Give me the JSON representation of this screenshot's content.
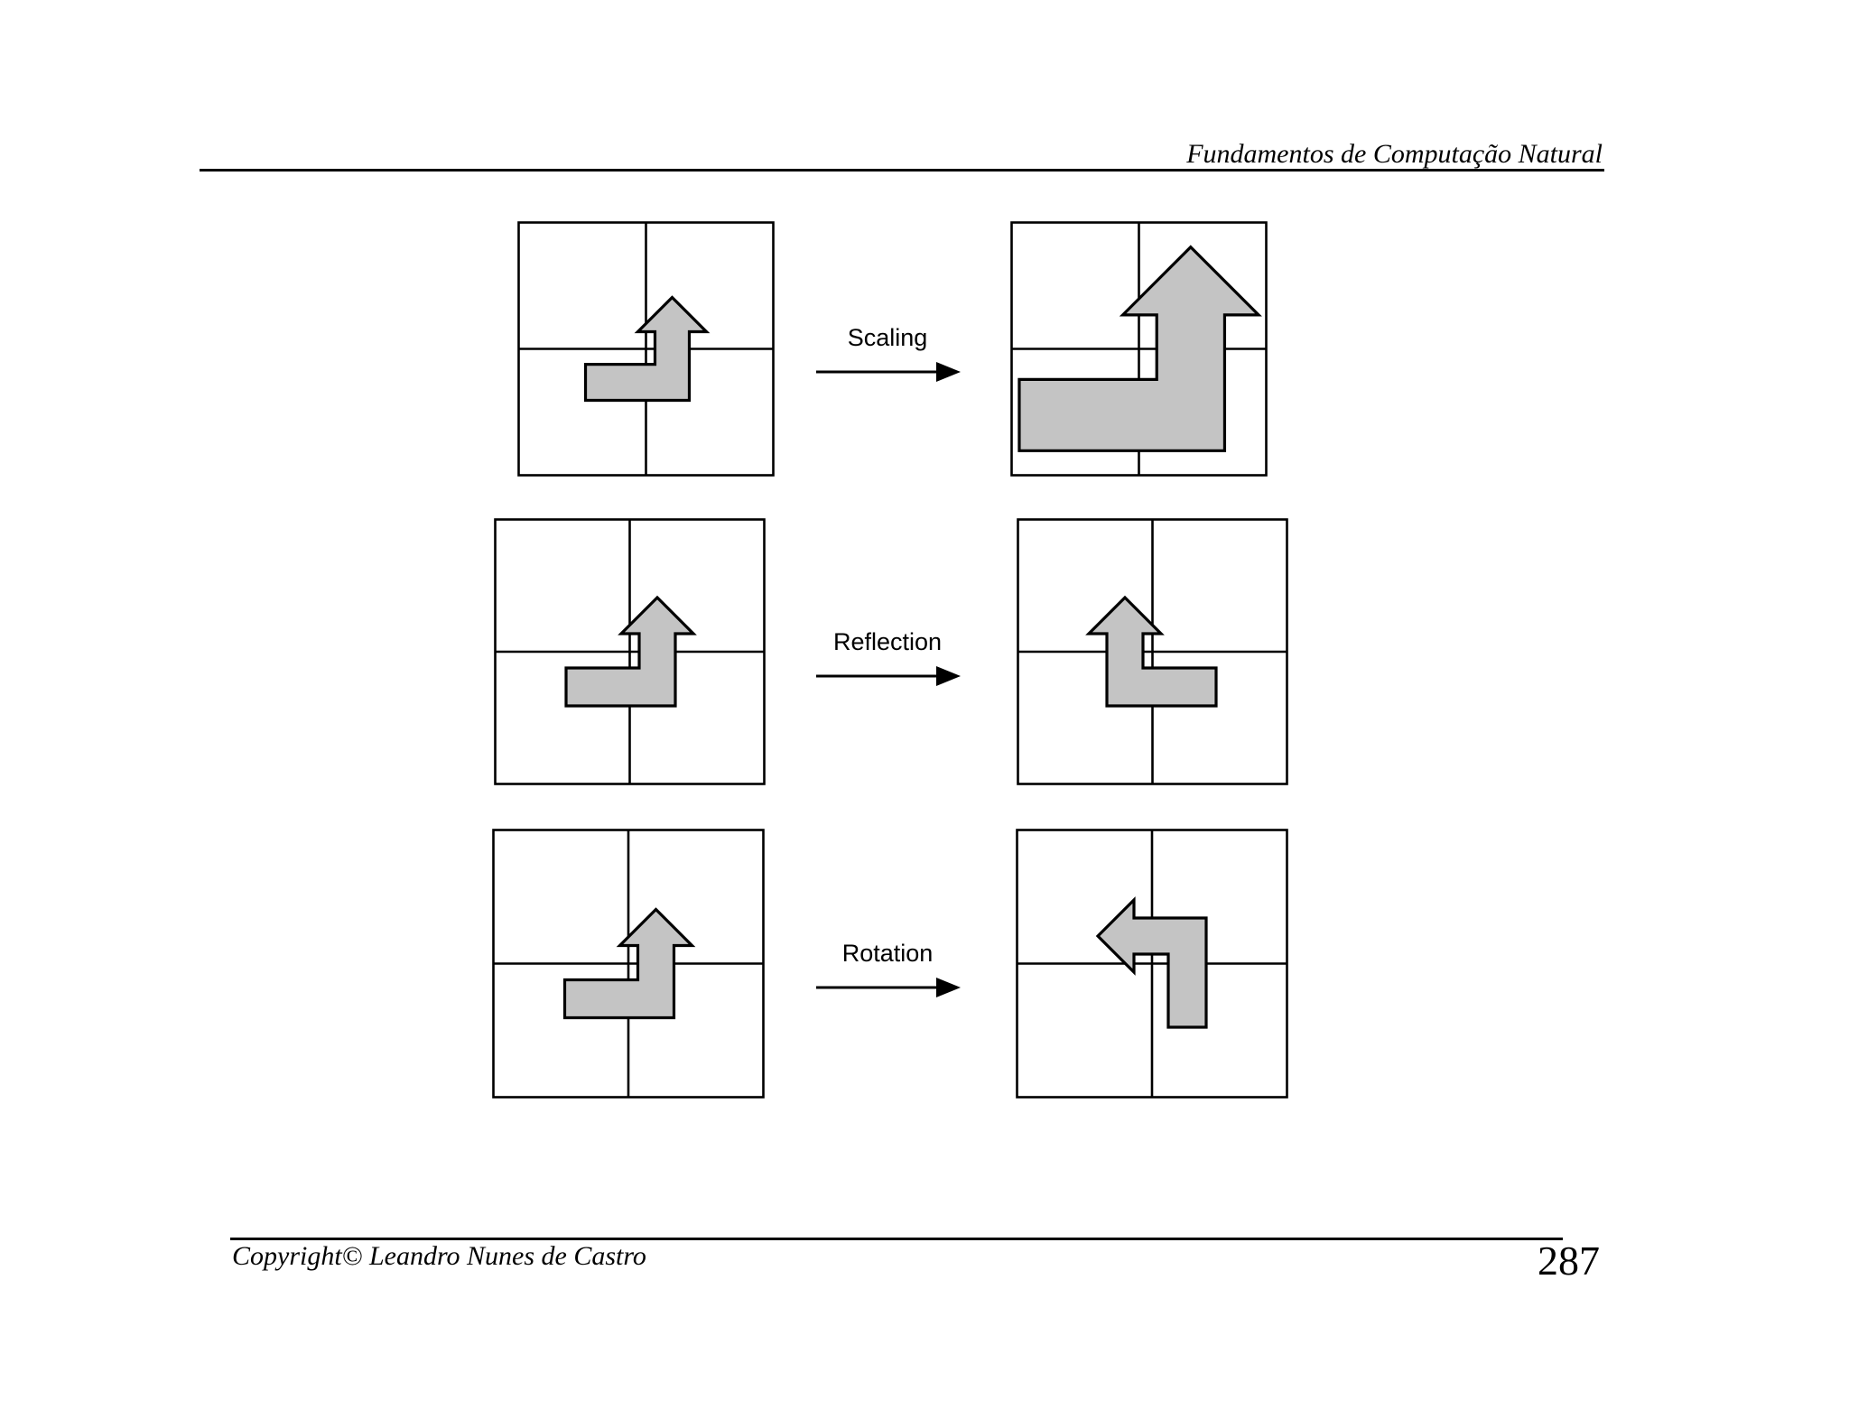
{
  "page": {
    "header": {
      "title": "Fundamentos de Computação Natural"
    },
    "footer": {
      "copyright": "Copyright© Leandro Nunes de Castro",
      "page_number": "287"
    }
  },
  "figure": {
    "rows": [
      {
        "label": "Scaling",
        "transform": "scaling"
      },
      {
        "label": "Reflection",
        "transform": "reflection"
      },
      {
        "label": "Rotation",
        "transform": "rotation"
      }
    ],
    "colors": {
      "shape_fill": "#c4c4c4",
      "line": "#000000"
    },
    "icons": {
      "shape": "bent-block-arrow-up-icon",
      "transition": "right-arrow-icon"
    }
  }
}
